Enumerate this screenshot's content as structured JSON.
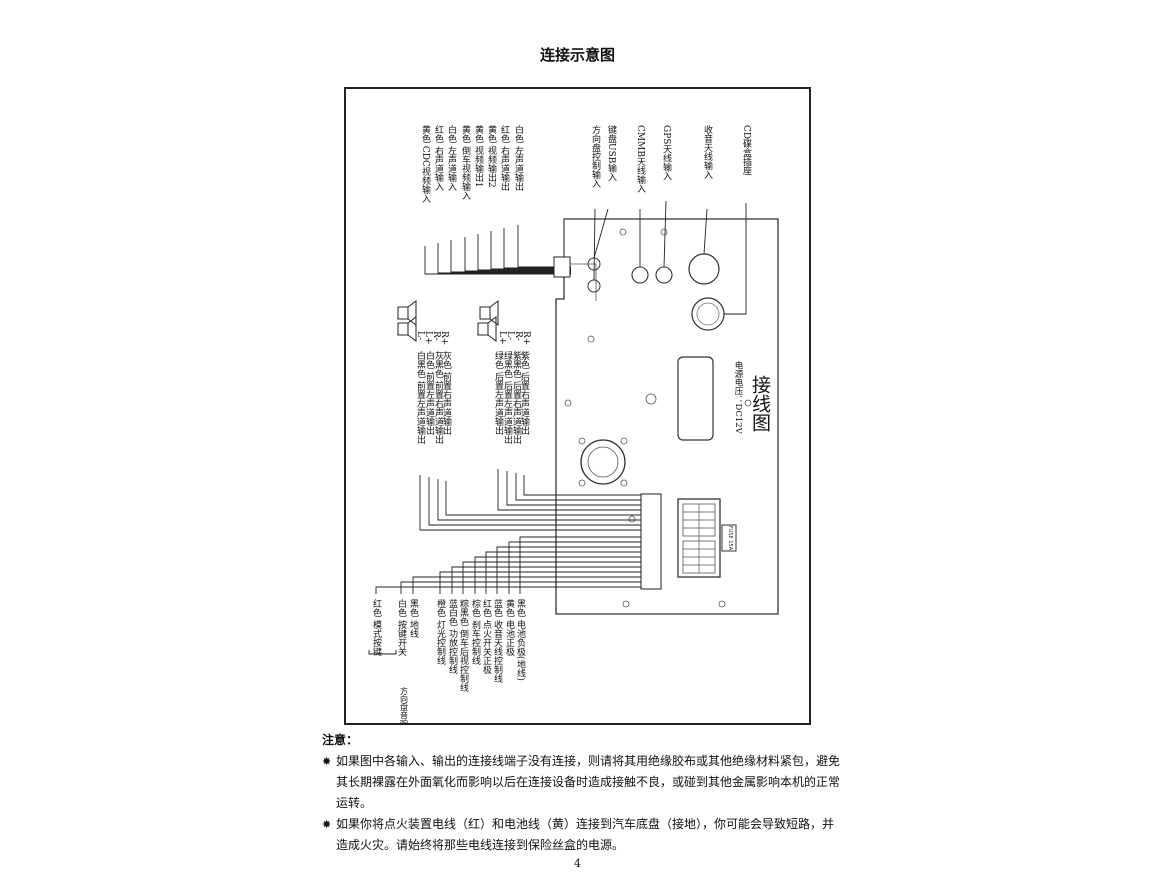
{
  "page": {
    "title": "连接示意图",
    "page_number": "4"
  },
  "diagram": {
    "heading": "接线图",
    "supply_voltage": "电源电压：DC12V",
    "fuse_label": "FUSE 15A",
    "top_labels": [
      "CD碟盒插座",
      "收音天线输入",
      "GPS天线输入",
      "CMMB天线输入",
      "键盘USB输入",
      "方向盘控制输入"
    ],
    "av_labels": [
      "白色 左声道输出",
      "红色 右声道输出",
      "黄色 视频输出2",
      "黄色 视频输出1",
      "黄色 倒车视频输入",
      "白色 左声道输入",
      "红色 右声道输入",
      "黄色 CDC视频输入"
    ],
    "rear_speaker_terminals": [
      "R+",
      "R-",
      "L-",
      "L+"
    ],
    "rear_speaker_labels": [
      "紫色 后置右声道输出",
      "紫黑色 后置右声道输出",
      "绿黑色 后置左声道输出",
      "绿色 后置左声道输出"
    ],
    "front_speaker_terminals": [
      "R+",
      "R-",
      "L+",
      "L-"
    ],
    "front_speaker_labels": [
      "灰色 前置右声道输出",
      "灰黑色 前置右声道输出",
      "白色 前置左声道输出",
      "白黑色 前置左声道输出"
    ],
    "power_labels": [
      "黑色 电池负极(地线)",
      "黄色 电池正极",
      "蓝色 收音天线控制线",
      "红色 点火开关正极",
      "棕色 刹车控制线",
      "粽黑色 倒车后视控制线",
      "蓝白色 功放控制线",
      "橙色 灯光控制线",
      "黑色 地线",
      "白色 按键开关",
      "红色 模式按键"
    ],
    "steering_bracket_label": "方向盘音响按键控制"
  },
  "notes": {
    "title": "注意：",
    "bullet": "✸",
    "items": [
      "如果图中各输入、输出的连接线端子没有连接，则请将其用绝缘胶布或其他绝缘材料紧包，避免其长期裸露在外面氧化而影响以后在连接设备时造成接触不良，或碰到其他金属影响本机的正常运转。",
      "如果你将点火装置电线（红）和电池线（黄）连接到汽车底盘（接地），你可能会导致短路，并造成火灾。请始终将那些电线连接到保险丝盒的电源。"
    ]
  }
}
